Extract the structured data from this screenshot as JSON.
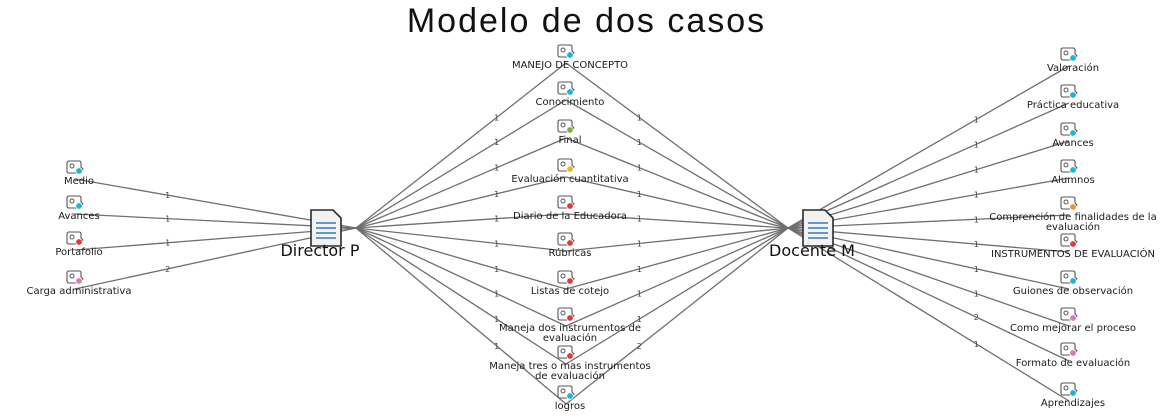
{
  "title": "Modelo de dos casos",
  "colors": {
    "cyan": "#1fb3d6",
    "green": "#7bb23a",
    "yellow": "#e7b91e",
    "red": "#e2383a",
    "orange": "#f2902b",
    "pink": "#d97ab8"
  },
  "documents": [
    {
      "id": "d1",
      "label": "Director P"
    },
    {
      "id": "d2",
      "label": "Docente M"
    }
  ],
  "codes": [
    {
      "id": "c_medio",
      "lines": [
        "Medio"
      ],
      "color": "cyan"
    },
    {
      "id": "c_avances_l",
      "lines": [
        "Avances"
      ],
      "color": "cyan"
    },
    {
      "id": "c_portafolio",
      "lines": [
        "Portafolio"
      ],
      "color": "red"
    },
    {
      "id": "c_carga",
      "lines": [
        "Carga administrativa"
      ],
      "color": "pink"
    },
    {
      "id": "c_manejo",
      "lines": [
        "MANEJO DE CONCEPTO"
      ],
      "color": "cyan"
    },
    {
      "id": "c_conoc",
      "lines": [
        "Conocimiento"
      ],
      "color": "cyan"
    },
    {
      "id": "c_final",
      "lines": [
        "Final"
      ],
      "color": "green"
    },
    {
      "id": "c_evalcuant",
      "lines": [
        "Evaluación cuantitativa"
      ],
      "color": "yellow"
    },
    {
      "id": "c_diario",
      "lines": [
        "Diario de la Educadora"
      ],
      "color": "red"
    },
    {
      "id": "c_rubricas",
      "lines": [
        "Rúbricas"
      ],
      "color": "red"
    },
    {
      "id": "c_listas",
      "lines": [
        "Listas de cotejo"
      ],
      "color": "red"
    },
    {
      "id": "c_dos",
      "lines": [
        "Maneja dos instrumentos de",
        "evaluación"
      ],
      "color": "red"
    },
    {
      "id": "c_tres",
      "lines": [
        "Maneja tres o mas instrumentos",
        "de evaluación"
      ],
      "color": "red"
    },
    {
      "id": "c_logros",
      "lines": [
        "logros"
      ],
      "color": "cyan"
    },
    {
      "id": "c_valor",
      "lines": [
        "Valoración"
      ],
      "color": "cyan"
    },
    {
      "id": "c_practica",
      "lines": [
        "Práctica educativa"
      ],
      "color": "cyan"
    },
    {
      "id": "c_avances_r",
      "lines": [
        "Avances"
      ],
      "color": "cyan"
    },
    {
      "id": "c_alumnos",
      "lines": [
        "Alumnos"
      ],
      "color": "cyan"
    },
    {
      "id": "c_compren",
      "lines": [
        "Comprención de finalidades de la",
        "evaluación"
      ],
      "color": "orange"
    },
    {
      "id": "c_instr",
      "lines": [
        "INSTRUMENTOS DE EVALUACIÓN"
      ],
      "color": "red"
    },
    {
      "id": "c_guiones",
      "lines": [
        "Guiones de observación"
      ],
      "color": "cyan"
    },
    {
      "id": "c_mejorar",
      "lines": [
        "Como mejorar el proceso"
      ],
      "color": "pink"
    },
    {
      "id": "c_formato",
      "lines": [
        "Formato de evaluación"
      ],
      "color": "pink"
    },
    {
      "id": "c_aprend",
      "lines": [
        "Aprendizajes"
      ],
      "color": "cyan"
    }
  ],
  "links": [
    {
      "doc": "d1",
      "code": "c_medio",
      "weight": "1"
    },
    {
      "doc": "d1",
      "code": "c_avances_l",
      "weight": "1"
    },
    {
      "doc": "d1",
      "code": "c_portafolio",
      "weight": "1"
    },
    {
      "doc": "d1",
      "code": "c_carga",
      "weight": "2"
    },
    {
      "doc": "d1",
      "code": "c_manejo",
      "weight": "1"
    },
    {
      "doc": "d1",
      "code": "c_conoc",
      "weight": "1"
    },
    {
      "doc": "d1",
      "code": "c_final",
      "weight": "1"
    },
    {
      "doc": "d1",
      "code": "c_evalcuant",
      "weight": "1"
    },
    {
      "doc": "d1",
      "code": "c_diario",
      "weight": "1"
    },
    {
      "doc": "d1",
      "code": "c_rubricas",
      "weight": "1"
    },
    {
      "doc": "d1",
      "code": "c_listas",
      "weight": "1"
    },
    {
      "doc": "d1",
      "code": "c_dos",
      "weight": "1"
    },
    {
      "doc": "d1",
      "code": "c_tres",
      "weight": "1"
    },
    {
      "doc": "d1",
      "code": "c_logros",
      "weight": "1"
    },
    {
      "doc": "d2",
      "code": "c_manejo",
      "weight": "1"
    },
    {
      "doc": "d2",
      "code": "c_conoc",
      "weight": "1"
    },
    {
      "doc": "d2",
      "code": "c_final",
      "weight": "1"
    },
    {
      "doc": "d2",
      "code": "c_evalcuant",
      "weight": "1"
    },
    {
      "doc": "d2",
      "code": "c_diario",
      "weight": "1"
    },
    {
      "doc": "d2",
      "code": "c_rubricas",
      "weight": "1"
    },
    {
      "doc": "d2",
      "code": "c_listas",
      "weight": "1"
    },
    {
      "doc": "d2",
      "code": "c_dos",
      "weight": "1"
    },
    {
      "doc": "d2",
      "code": "c_tres",
      "weight": "1"
    },
    {
      "doc": "d2",
      "code": "c_logros",
      "weight": "2"
    },
    {
      "doc": "d2",
      "code": "c_valor",
      "weight": "1"
    },
    {
      "doc": "d2",
      "code": "c_practica",
      "weight": "1"
    },
    {
      "doc": "d2",
      "code": "c_avances_r",
      "weight": "1"
    },
    {
      "doc": "d2",
      "code": "c_alumnos",
      "weight": "1"
    },
    {
      "doc": "d2",
      "code": "c_compren",
      "weight": "1"
    },
    {
      "doc": "d2",
      "code": "c_instr",
      "weight": "1"
    },
    {
      "doc": "d2",
      "code": "c_guiones",
      "weight": "1"
    },
    {
      "doc": "d2",
      "code": "c_mejorar",
      "weight": "1"
    },
    {
      "doc": "d2",
      "code": "c_formato",
      "weight": "2"
    },
    {
      "doc": "d2",
      "code": "c_aprend",
      "weight": "1"
    }
  ]
}
